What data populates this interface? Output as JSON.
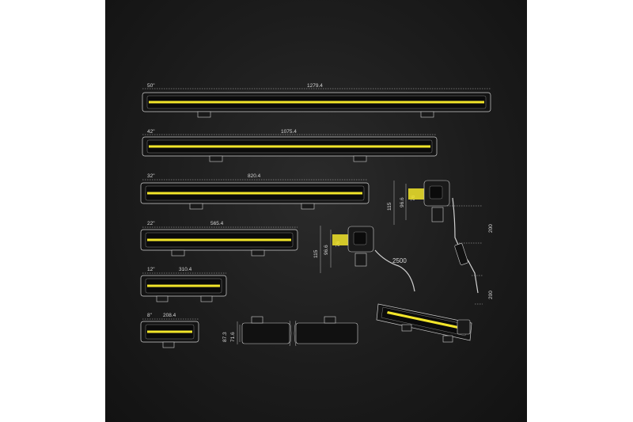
{
  "bars": [
    {
      "size": "50\"",
      "length": "1279.4"
    },
    {
      "size": "42\"",
      "length": "1075.4"
    },
    {
      "size": "32\"",
      "length": "820.4"
    },
    {
      "size": "22\"",
      "length": "565.4"
    },
    {
      "size": "12\"",
      "length": "310.4"
    },
    {
      "size": "8\"",
      "length": "208.4"
    }
  ],
  "side_view": {
    "height_outer": "87.3",
    "height_inner": "71.6"
  },
  "bracket_top": {
    "height": "115",
    "depth": "96.6",
    "offset": "76",
    "cable_a": "200",
    "cable_b": "200"
  },
  "bracket_mid": {
    "height": "115",
    "depth": "96.6",
    "offset": "76",
    "cable_length": "2500"
  },
  "colors": {
    "background": "#1c1c1c",
    "led": "#f2e52a",
    "line": "#cfcfcf"
  }
}
